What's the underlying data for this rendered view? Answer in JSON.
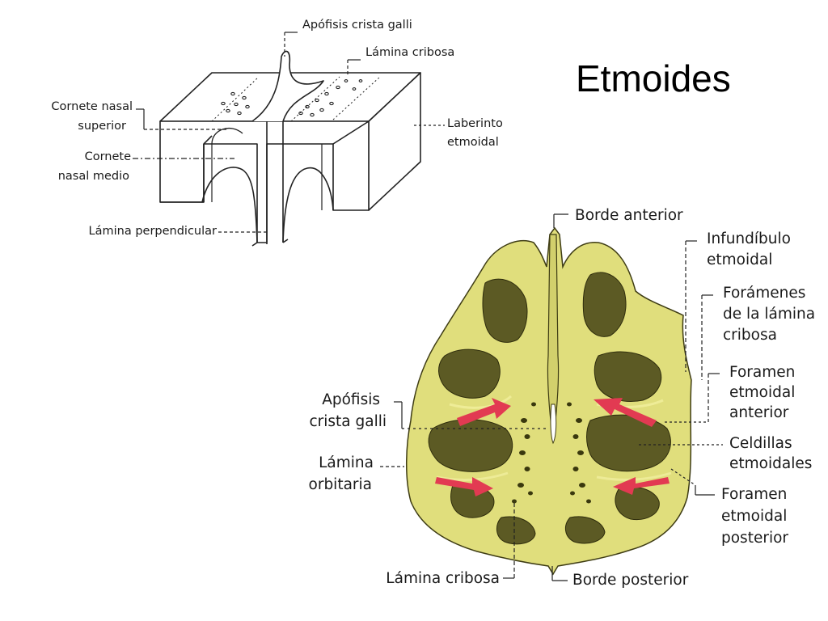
{
  "slide": {
    "title": "Etmoides"
  },
  "top_diagram": {
    "labels": {
      "apofisis": "Apófisis crista galli",
      "lamina_cribosa": "Lámina cribosa",
      "cornete_superior_1": "Cornete nasal",
      "cornete_superior_2": "superior",
      "cornete_medio_1": "Cornete",
      "cornete_medio_2": "nasal medio",
      "laberinto_1": "Laberinto",
      "laberinto_2": "etmoidal",
      "lamina_perpendicular": "Lámina perpendicular"
    }
  },
  "bottom_diagram": {
    "colors": {
      "bone": "#e0de7c",
      "bone_shadow": "#5c5a24",
      "arrow": "#e23a52"
    },
    "labels": {
      "borde_anterior": "Borde anterior",
      "infundibulo_1": "Infundíbulo",
      "infundibulo_2": "etmoidal",
      "foramenes_1": "Forámenes",
      "foramenes_2": "de la lámina",
      "foramenes_3": "cribosa",
      "foramen_ant_1": "Foramen",
      "foramen_ant_2": "etmoidal",
      "foramen_ant_3": "anterior",
      "apofisis_1": "Apófisis",
      "apofisis_2": "crista galli",
      "celdillas_1": "Celdillas",
      "celdillas_2": "etmoidales",
      "lamina_orb_1": "Lámina",
      "lamina_orb_2": "orbitaria",
      "foramen_post_1": "Foramen",
      "foramen_post_2": "etmoidal",
      "foramen_post_3": "posterior",
      "lamina_cribosa": "Lámina cribosa",
      "borde_posterior": "Borde posterior"
    }
  }
}
